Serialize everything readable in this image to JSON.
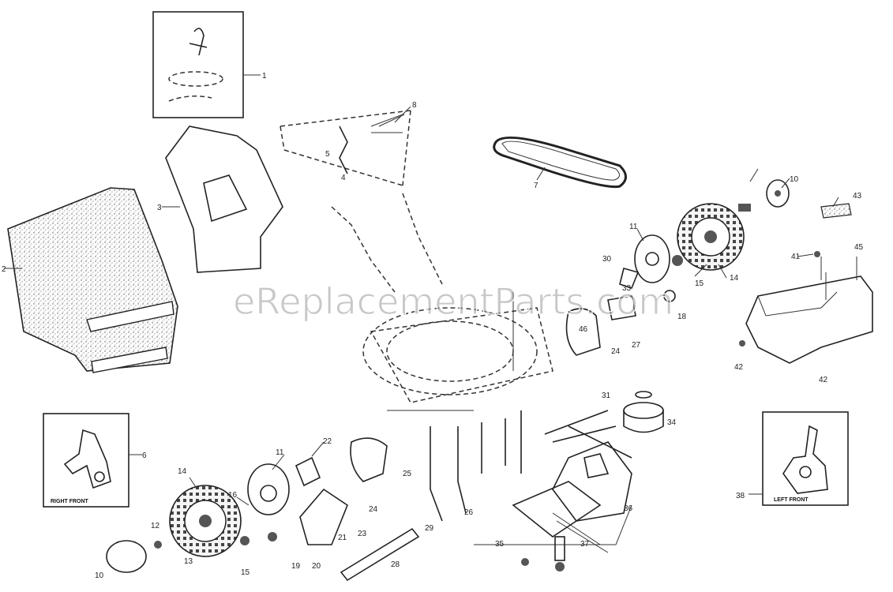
{
  "watermark": "eReplacementParts.com",
  "insets": {
    "right_front_caption": "RIGHT FRONT",
    "left_front_caption": "LEFT FRONT"
  },
  "part_labels": [
    {
      "id": "p1",
      "text": "1"
    },
    {
      "id": "p2",
      "text": "2"
    },
    {
      "id": "p3",
      "text": "3"
    },
    {
      "id": "p4",
      "text": "4"
    },
    {
      "id": "p5",
      "text": "5"
    },
    {
      "id": "p6",
      "text": "6"
    },
    {
      "id": "p7",
      "text": "7"
    },
    {
      "id": "p8",
      "text": "8"
    },
    {
      "id": "p10a",
      "text": "10"
    },
    {
      "id": "p10b",
      "text": "10"
    },
    {
      "id": "p11a",
      "text": "11"
    },
    {
      "id": "p11b",
      "text": "11"
    },
    {
      "id": "p12",
      "text": "12"
    },
    {
      "id": "p13",
      "text": "13"
    },
    {
      "id": "p14a",
      "text": "14"
    },
    {
      "id": "p14b",
      "text": "14"
    },
    {
      "id": "p15a",
      "text": "15"
    },
    {
      "id": "p15b",
      "text": "15"
    },
    {
      "id": "p16",
      "text": "16"
    },
    {
      "id": "p18",
      "text": "18"
    },
    {
      "id": "p19",
      "text": "19"
    },
    {
      "id": "p20",
      "text": "20"
    },
    {
      "id": "p21",
      "text": "21"
    },
    {
      "id": "p22",
      "text": "22"
    },
    {
      "id": "p23",
      "text": "23"
    },
    {
      "id": "p24a",
      "text": "24"
    },
    {
      "id": "p24b",
      "text": "24"
    },
    {
      "id": "p25",
      "text": "25"
    },
    {
      "id": "p26",
      "text": "26"
    },
    {
      "id": "p27",
      "text": "27"
    },
    {
      "id": "p28",
      "text": "28"
    },
    {
      "id": "p29",
      "text": "29"
    },
    {
      "id": "p30",
      "text": "30"
    },
    {
      "id": "p31",
      "text": "31"
    },
    {
      "id": "p33",
      "text": "33"
    },
    {
      "id": "p34",
      "text": "34"
    },
    {
      "id": "p35",
      "text": "35"
    },
    {
      "id": "p36",
      "text": "36"
    },
    {
      "id": "p37",
      "text": "37"
    },
    {
      "id": "p38",
      "text": "38"
    },
    {
      "id": "p41",
      "text": "41"
    },
    {
      "id": "p42a",
      "text": "42"
    },
    {
      "id": "p42b",
      "text": "42"
    },
    {
      "id": "p43",
      "text": "43"
    },
    {
      "id": "p45",
      "text": "45"
    },
    {
      "id": "p46",
      "text": "46"
    }
  ]
}
